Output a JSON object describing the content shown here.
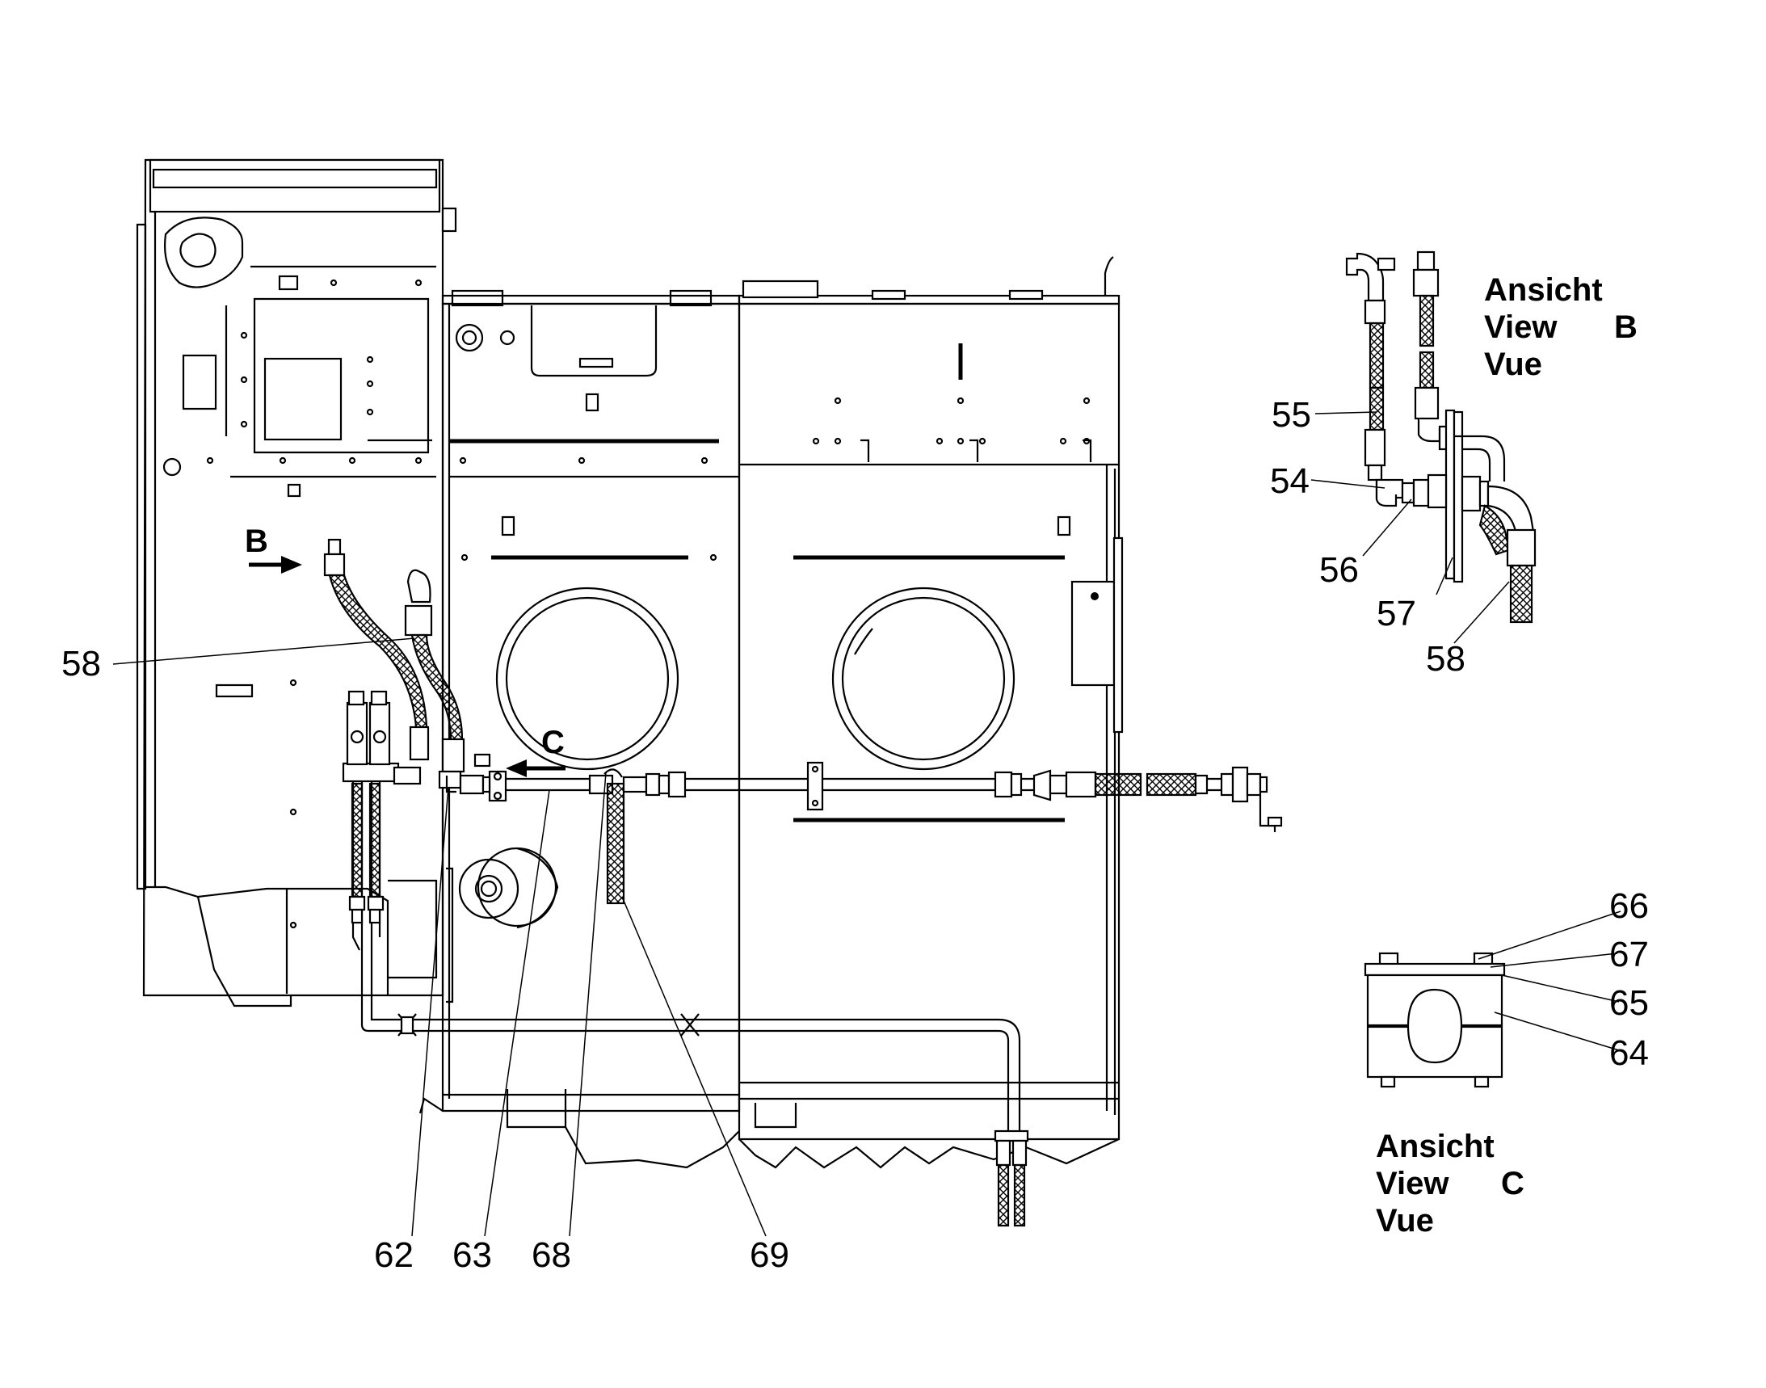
{
  "diagram": {
    "view_markers": {
      "b": "B",
      "c": "C"
    },
    "main_callouts": [
      "58",
      "62",
      "63",
      "68",
      "69"
    ],
    "view_b": {
      "heading": [
        "Ansicht",
        "View",
        "B",
        "Vue"
      ],
      "callouts": [
        "55",
        "54",
        "56",
        "57",
        "58"
      ]
    },
    "view_c": {
      "heading": [
        "Ansicht",
        "View",
        "C",
        "Vue"
      ],
      "callouts": [
        "66",
        "67",
        "65",
        "64"
      ]
    }
  }
}
